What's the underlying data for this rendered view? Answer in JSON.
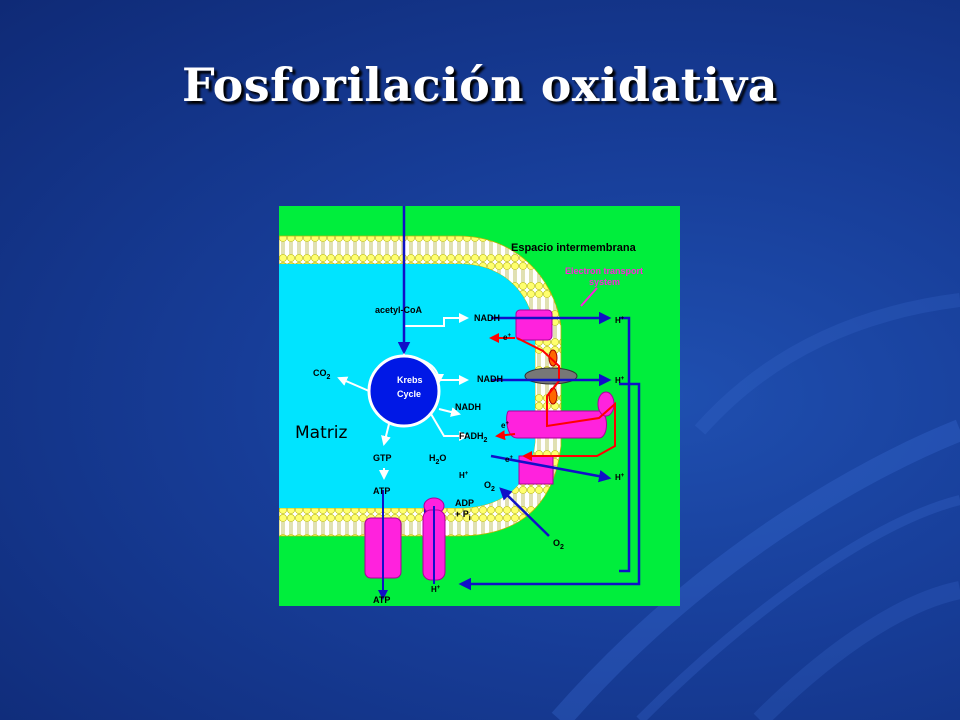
{
  "slide": {
    "title": "Fosforilación oxidativa"
  },
  "diagram": {
    "colors": {
      "background_slide": "#173d98",
      "figure_background": "#00ee3c",
      "matrix": "#00e4ff",
      "membrane_heads": "#ffff6e",
      "protein": "#ff22dd",
      "arrow_blue": "#1010c8",
      "electron_path": "#ff0000"
    },
    "labels": {
      "intermembrane": "Espacio intermembrana",
      "ets_line1": "Electron transport",
      "ets_line2": "system",
      "acetyl": "acetyl-CoA",
      "nadh1": "NADH",
      "nadh2": "NADH",
      "nadh3": "NADH",
      "fadh": "FADH",
      "fadh_sub": "2",
      "co2": "CO",
      "co2_sub": "2",
      "krebs1": "Krebs",
      "krebs2": "Cycle",
      "matriz": "Matriz",
      "gtp": "GTP",
      "atp1": "ATP",
      "atp2": "ATP",
      "h2o_h": "H",
      "h2o_sub": "2",
      "h2o_o": "O",
      "o2_a": "O",
      "o2_a_sub": "2",
      "o2_b": "O",
      "o2_b_sub": "2",
      "adp": "ADP",
      "pi_plus": "+ P",
      "pi_sub": "i",
      "e_minus": "e",
      "h_plus": "H",
      "plus_sup": "+"
    }
  }
}
